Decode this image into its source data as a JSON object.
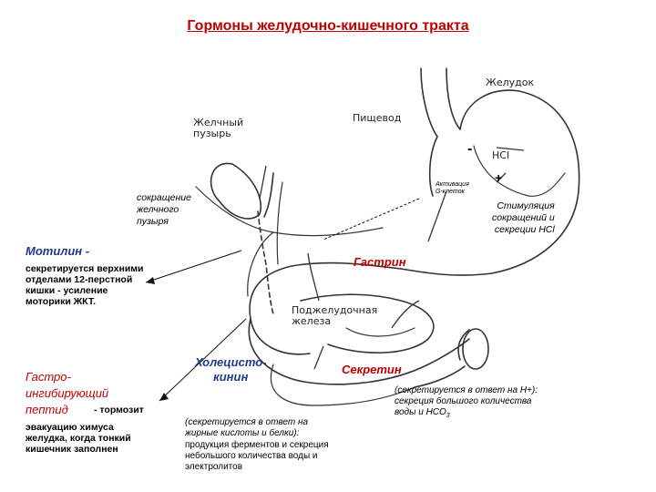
{
  "title": "Гормоны желудочно-кишечного тракта",
  "anatomy": {
    "stomach": "Желудок",
    "esophagus": "Пищевод",
    "gallbladder": "Желчный\nпузырь",
    "hcl": "HCl",
    "minus": "-",
    "plus": "+",
    "activation": "Активация\nG-клеток",
    "pancreas": "Поджелудочная\nжелеза"
  },
  "notes": {
    "gallbladder_contraction": "сокращение\nжелчного\nпузыря",
    "stimulation": "Стимуляция\nсокращений и\nсекреции HCl"
  },
  "hormones": {
    "motilin": "Мотилин -",
    "motilin_desc": "секретируется верхними\nотделами 12-перстной\nкишки - усиление\nмоторики ЖКТ.",
    "gastrin": "Гастрин",
    "gip_name": "Гастро-\nингибирующий\nпептид",
    "gip_desc_tail": "- тормозит",
    "gip_desc": "эвакуацию химуса\nжелудка, когда тонкий\nкишечник заполнен",
    "cck": "Холецисто-\nкинин",
    "cck_italic": "(секретируется в ответ на\nжирные кислоты и белки):",
    "cck_desc": "продукция ферментов и секреция\nнебольшого количества воды и\nэлектролитов",
    "secretin": "Секретин",
    "secretin_italic": "(секретируется в ответ на H+):\nсекреция большого количества\nводы и HCO",
    "secretin_sub": "3"
  },
  "colors": {
    "title": "#c00000",
    "hormone_red": "#c00000",
    "hormone_blue": "#1f3a8a"
  }
}
